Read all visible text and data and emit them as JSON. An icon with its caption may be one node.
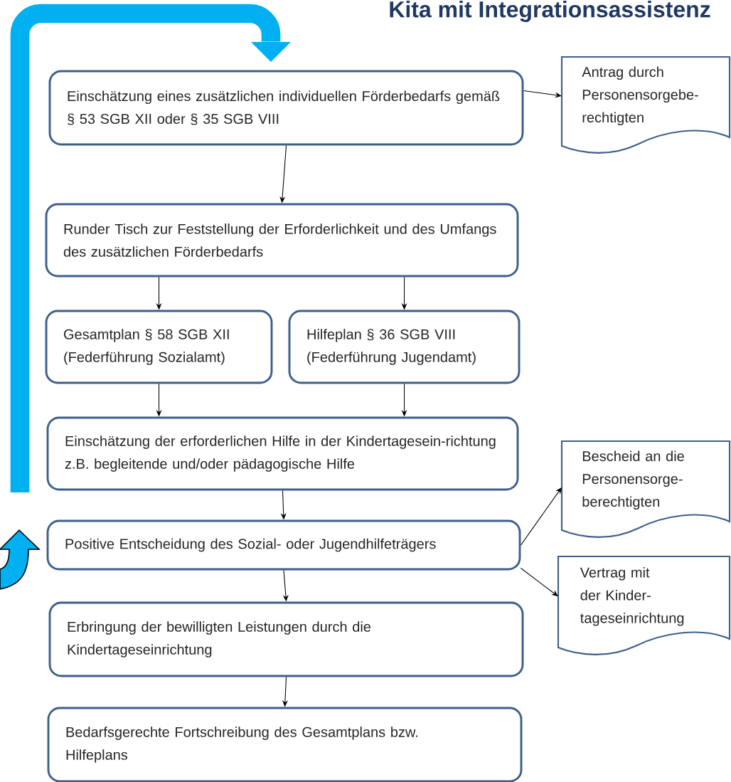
{
  "diagram": {
    "title": "Kita mit Integrationsassistenz",
    "nodes": [
      {
        "text": [
          "Einschätzung eines zusätzlichen individuellen Förderbedarfs gemäß § 53 SGB XII oder § 35 SGB VIII"
        ]
      },
      {
        "text": [
          "Antrag durch Personensorgebe-rechtigten"
        ]
      },
      {
        "text": [
          "Runder Tisch zur Feststellung der Erforderlichkeit und des Umfangs des zusätzlichen Förderbedarfs"
        ]
      },
      {
        "text": [
          "Gesamtplan § 58 SGB XII (Federführung Sozialamt)"
        ]
      },
      {
        "text": [
          "Hilfeplan § 36 SGB VIII (Federführung Jugendamt)"
        ]
      },
      {
        "text": [
          "Einschätzung der erforderlichen Hilfe in der Kindertagesein-richtung z.B. begleitende und/oder pädagogische Hilfe"
        ]
      },
      {
        "text": [
          "Bescheid an die Personensorge-berechtigten"
        ]
      },
      {
        "text": [
          "Positive Entscheidung des Sozial- oder Jugendhilfeträgers"
        ]
      },
      {
        "text": [
          "Vertrag mit der Kinder-tageseinrichtung"
        ]
      },
      {
        "text": [
          "Erbringung der bewilligten Leistungen durch die Kindertageseinrichtung"
        ]
      },
      {
        "text": [
          "Bedarfsgerechte Fortschreibung des Gesamtplans bzw. Hilfeplans"
        ]
      }
    ],
    "edges": [
      {
        "from": 0,
        "to": 1,
        "arrow": "to"
      },
      {
        "from": 0,
        "to": 2,
        "arrow": "to"
      },
      {
        "from": 2,
        "to": 3,
        "arrow": "to"
      },
      {
        "from": 2,
        "to": 4,
        "arrow": "to"
      },
      {
        "from": 3,
        "to": 5,
        "arrow": "to"
      },
      {
        "from": 4,
        "to": 5,
        "arrow": "to"
      },
      {
        "from": 5,
        "to": 7,
        "arrow": "to"
      },
      {
        "from": 7,
        "to": 6,
        "arrow": "to"
      },
      {
        "from": 7,
        "to": 8,
        "arrow": "to"
      },
      {
        "from": 7,
        "to": 9,
        "arrow": "to"
      },
      {
        "from": 9,
        "to": 10,
        "arrow": "to"
      },
      {
        "from": null,
        "to": 0,
        "arrow": "to",
        "style": "thick",
        "color": "#00b0f0"
      }
    ]
  }
}
